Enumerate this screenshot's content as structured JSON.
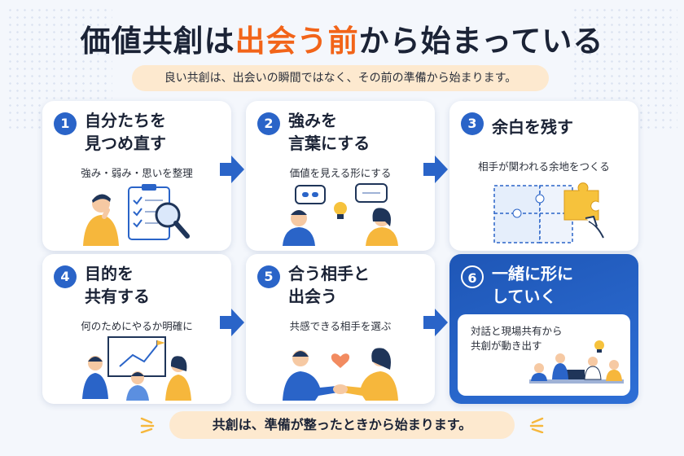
{
  "title": {
    "part1": "価値共創は",
    "accent": "出会う前",
    "part2": "から始まっている"
  },
  "subtitle": "良い共創は、出会いの瞬間ではなく、その前の準備から始まります。",
  "steps": [
    {
      "number": "1",
      "line1": "自分たちを",
      "line2": "見つめ直す",
      "desc": "強み・弱み・思いを整理",
      "icon": "self-reflection-icon"
    },
    {
      "number": "2",
      "line1": "強みを",
      "line2": "言葉にする",
      "desc": "価値を見える形にする",
      "icon": "conversation-idea-icon"
    },
    {
      "number": "3",
      "line1": "余白を残す",
      "line2": "",
      "desc": "相手が関われる余地をつくる",
      "icon": "puzzle-icon"
    },
    {
      "number": "4",
      "line1": "目的を",
      "line2": "共有する",
      "desc": "何のためにやるか明確に",
      "icon": "team-goal-icon"
    },
    {
      "number": "5",
      "line1": "合う相手と",
      "line2": "出会う",
      "desc": "共感できる相手を選ぶ",
      "icon": "handshake-icon"
    },
    {
      "number": "6",
      "line1": "一緒に形に",
      "line2": "していく",
      "desc1": "対話と現場共有から",
      "desc2": "共創が動き出す",
      "icon": "team-collaboration-icon"
    }
  ],
  "footer": "共創は、準備が整ったときから始まります。",
  "colors": {
    "primary": "#2a64c8",
    "accent": "#f26419",
    "highlight_bg": "#fde9cf",
    "dark_card": "#1e56b6"
  }
}
